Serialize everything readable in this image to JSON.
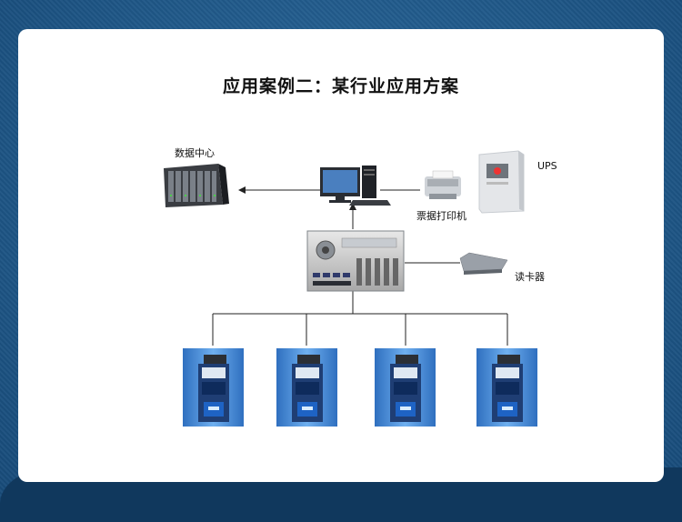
{
  "title": "应用案例二：某行业应用方案",
  "labels": {
    "datacenter": "数据中心",
    "ups": "UPS",
    "printer": "票据打印机",
    "cardreader": "读卡器"
  },
  "colors": {
    "background": "#205a8a",
    "panel": "#ffffff",
    "terminal_blue": "#4a8fd8",
    "line": "#222222"
  }
}
